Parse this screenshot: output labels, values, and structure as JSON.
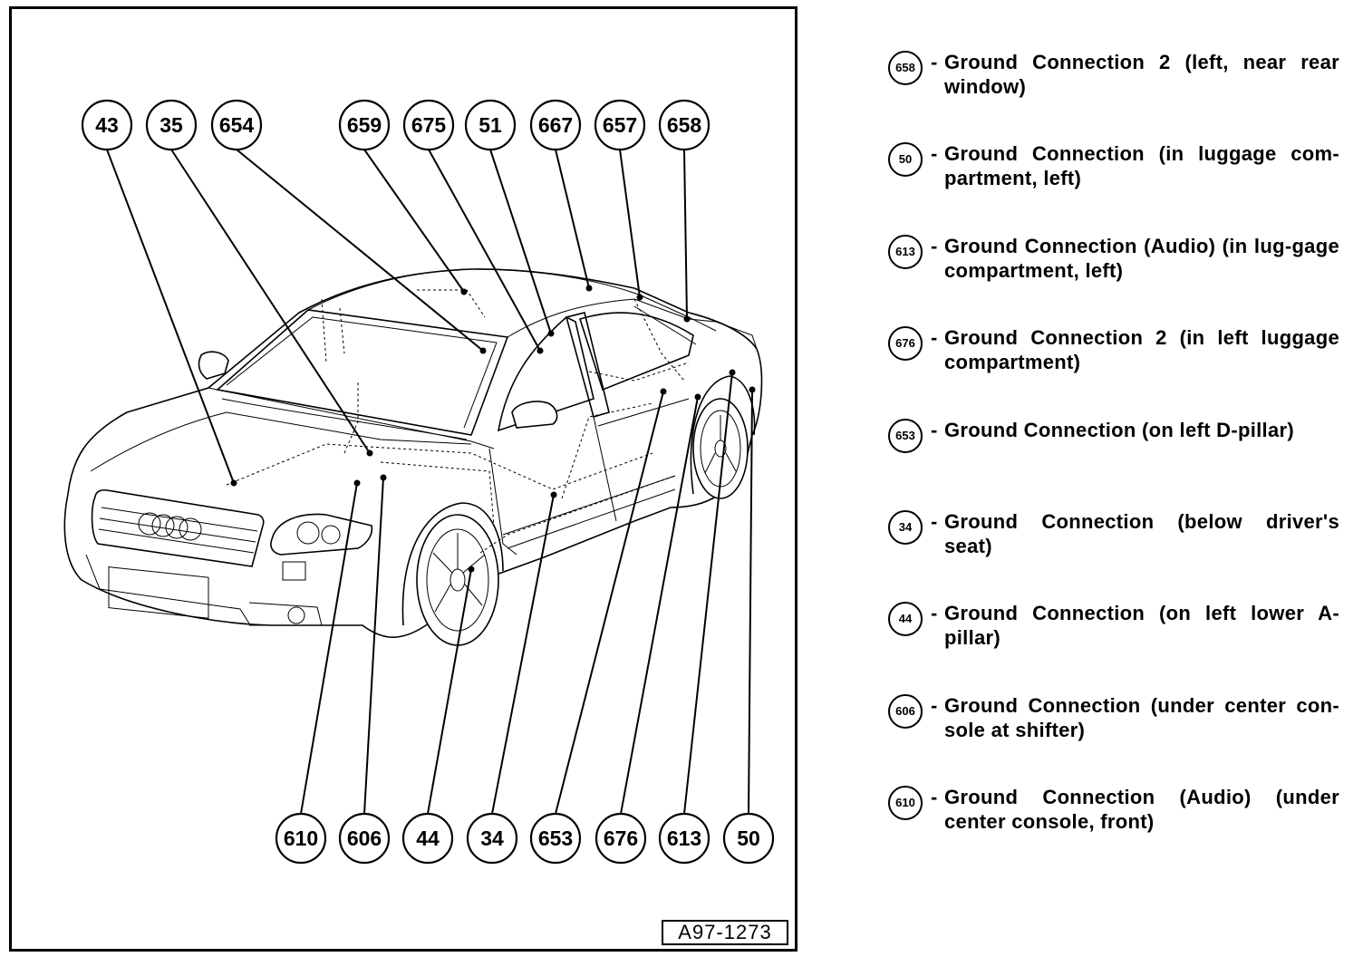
{
  "figure": {
    "id_label": "A97-1273",
    "top_callouts": [
      "43",
      "35",
      "654",
      "659",
      "675",
      "51",
      "667",
      "657",
      "658"
    ],
    "bottom_callouts": [
      "610",
      "606",
      "44",
      "34",
      "653",
      "676",
      "613",
      "50"
    ],
    "grille_logo": "four-ring-emblem"
  },
  "legend": {
    "items": [
      {
        "number": "658",
        "text": "Ground Connection 2 (left, near rear window)"
      },
      {
        "number": "50",
        "text": "Ground Connection (in luggage com-partment, left)"
      },
      {
        "number": "613",
        "text": "Ground Connection (Audio) (in lug-gage compartment, left)"
      },
      {
        "number": "676",
        "text": "Ground Connection 2 (in left luggage compartment)"
      },
      {
        "number": "653",
        "text": "Ground Connection (on left D-pillar)"
      },
      {
        "number": "34",
        "text": "Ground Connection (below driver's seat)"
      },
      {
        "number": "44",
        "text": "Ground Connection (on left lower A-pillar)"
      },
      {
        "number": "606",
        "text": "Ground Connection (under center con-sole at shifter)"
      },
      {
        "number": "610",
        "text": "Ground Connection (Audio) (under center console, front)"
      }
    ]
  }
}
